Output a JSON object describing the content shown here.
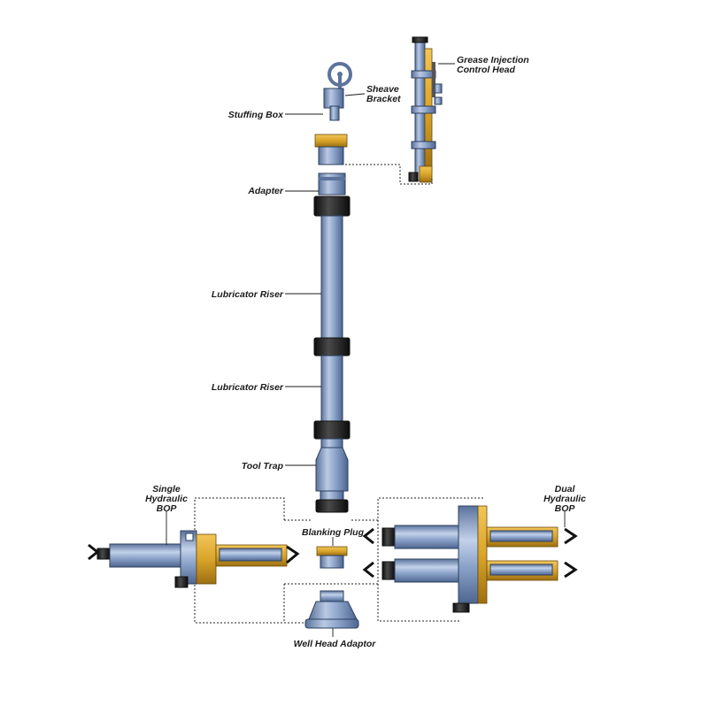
{
  "labels": {
    "grease_injection_line1": "Grease Injection",
    "grease_injection_line2": "Control Head",
    "sheave_line1": "Sheave",
    "sheave_line2": "Bracket",
    "stuffing_box": "Stuffing Box",
    "adapter": "Adapter",
    "lubricator_riser_top": "Lubricator Riser",
    "lubricator_riser_bottom": "Lubricator Riser",
    "tool_trap": "Tool Trap",
    "single_bop_line1": "Single",
    "single_bop_line2": "Hydraulic",
    "single_bop_line3": "BOP",
    "dual_bop_line1": "Dual",
    "dual_bop_line2": "Hydraulic",
    "dual_bop_line3": "BOP",
    "blanking_plug": "Blanking Plug",
    "well_head_adaptor": "Well Head Adaptor"
  },
  "colors": {
    "steel_blue": "#8fa6cc",
    "gold": "#d9a52a",
    "black": "#1a1a1a"
  }
}
